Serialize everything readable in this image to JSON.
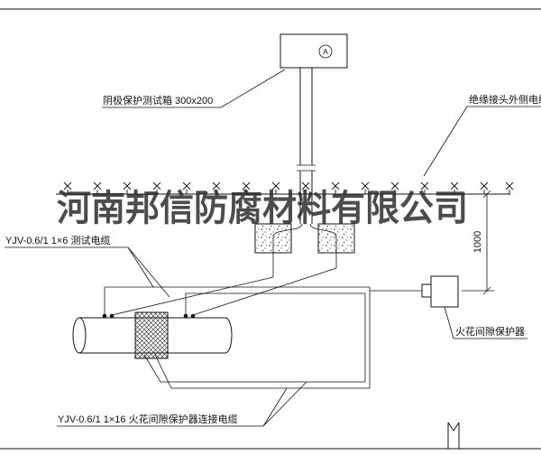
{
  "drawing": {
    "background": "#ffffff",
    "line_color": "#111111",
    "watermark": {
      "text": "河南邦信防腐材料有限公司",
      "color": "#262626"
    },
    "test_box": {
      "label": "阴极保护测试箱 300x200",
      "meter_letter": "A"
    },
    "cables": {
      "insulating_joint_outer": "绝缘接头外侧电缆",
      "test_cable": "YJV-0.6/1 1×6  测试电缆",
      "spark_gap_connect": "YJV-0.6/1 1×16  火花间隙保护器连接电缆"
    },
    "spark_gap_protector": {
      "label": "火花间隙保护器"
    },
    "dimension": {
      "value": "1000"
    }
  }
}
